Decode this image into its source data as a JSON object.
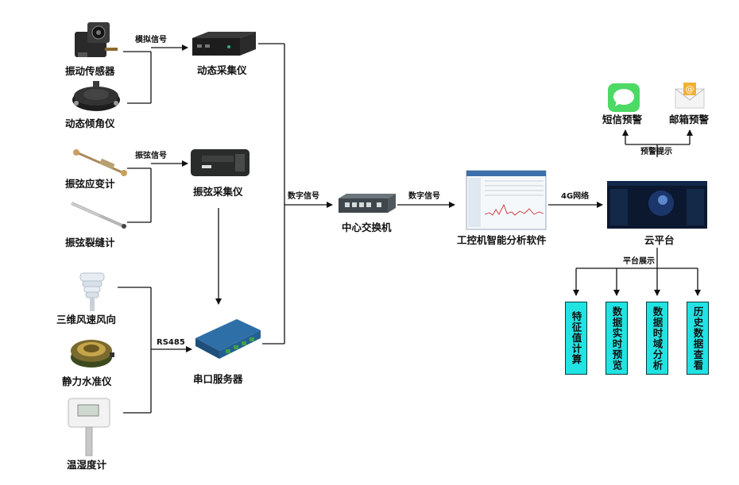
{
  "sensors": {
    "vibration_sensor": "振动传感器",
    "dynamic_tilt": "动态倾角仪",
    "vw_strain": "振弦应变计",
    "vw_crack": "振弦裂缝计",
    "wind_3d": "三维风速风向",
    "static_level": "静力水准仪",
    "temp_humidity": "温湿度计"
  },
  "collectors": {
    "dynamic": "动态采集仪",
    "vibrating_wire": "振弦采集仪",
    "serial_server": "串口服务器"
  },
  "hub": {
    "switch": "中心交换机",
    "ipc_software": "工控机智能分析软件",
    "cloud": "云平台"
  },
  "signals": {
    "analog": "模拟信号",
    "vibrating_wire": "振弦信号",
    "rs485": "RS485",
    "digital_1": "数字信号",
    "digital_2": "数字信号",
    "network_4g": "4G网络",
    "alarm_prompt": "预警提示",
    "platform_display": "平台展示"
  },
  "alerts": {
    "sms": "短信预警",
    "email": "邮箱预警"
  },
  "functions": [
    "特征值计算",
    "数据实时预览",
    "数据时域分析",
    "历史数据查看"
  ],
  "colors": {
    "line": "#111111",
    "function_box": "#22e3e3",
    "sms_icon": "#4cd964",
    "email_icon": "#f2b134"
  }
}
